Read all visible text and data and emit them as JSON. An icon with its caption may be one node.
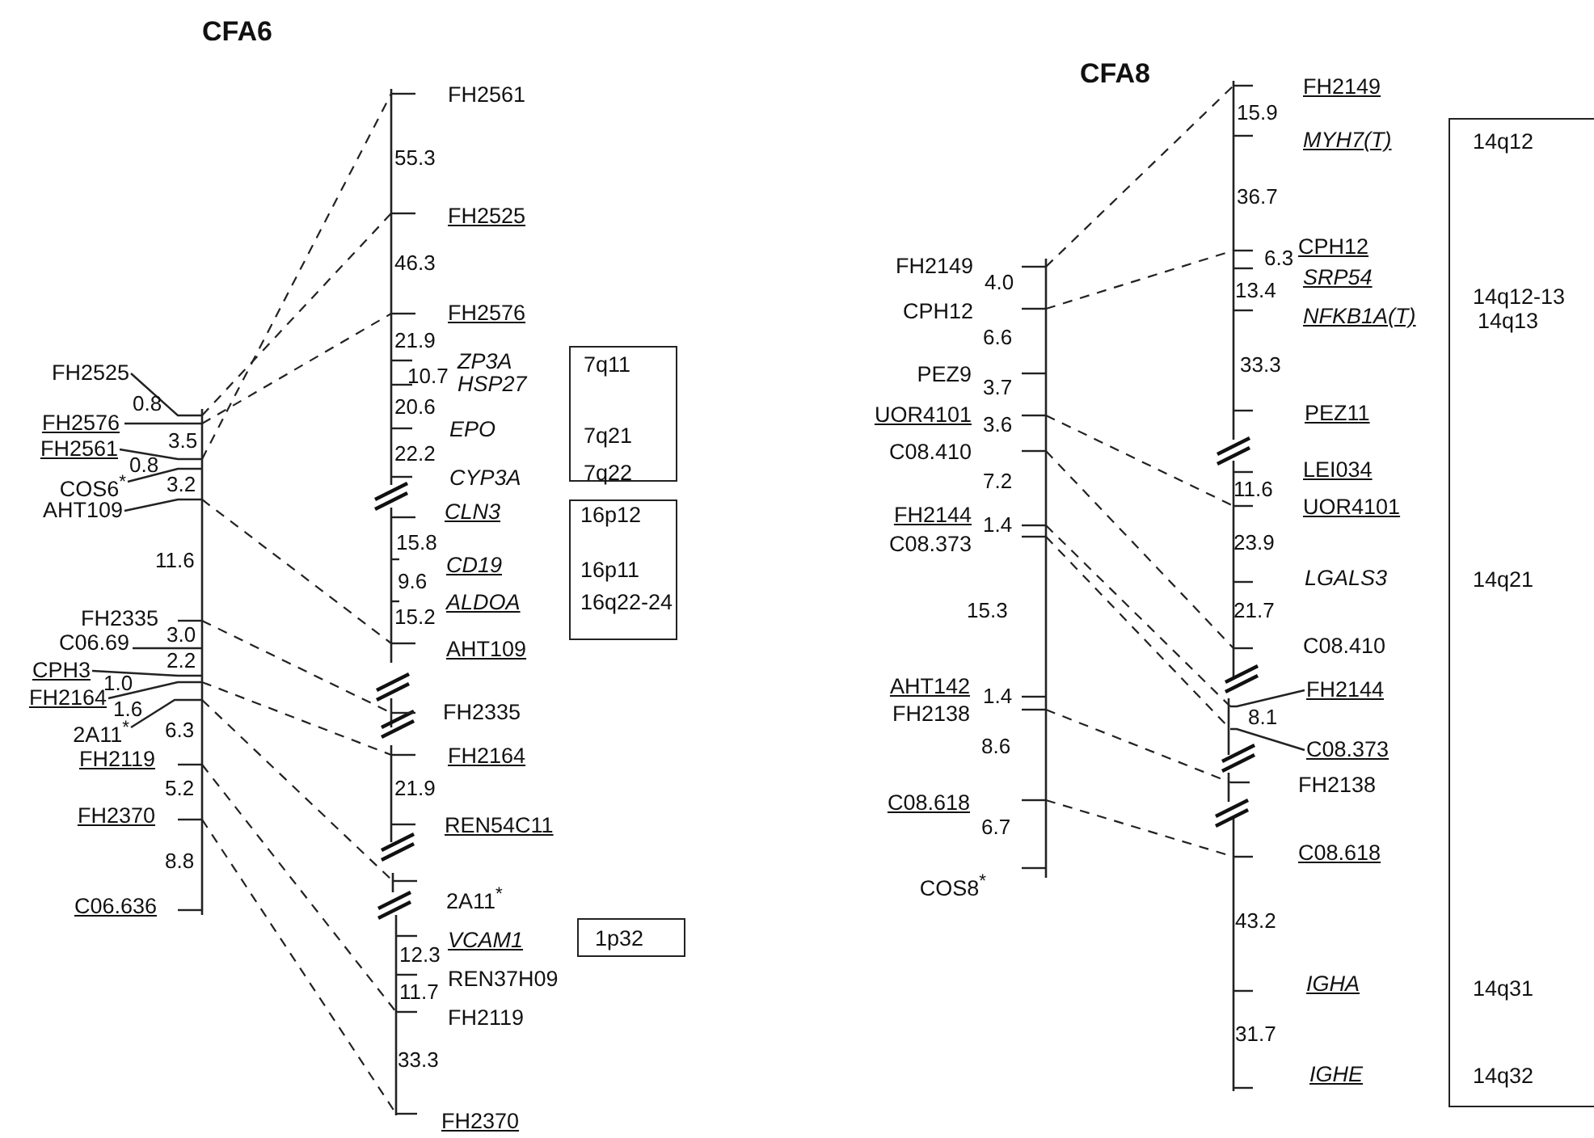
{
  "diagram": {
    "nodes": [
      {
        "text": [
          "FH2525"
        ]
      },
      {
        "text": [
          "FH2576"
        ]
      },
      {
        "text": [
          "FH2561"
        ]
      },
      {
        "text": [
          "COS6$^{*}$"
        ]
      },
      {
        "text": [
          "AHT109"
        ]
      },
      {
        "text": [
          "FH2335"
        ]
      },
      {
        "text": [
          "C06.69"
        ]
      },
      {
        "text": [
          "CPH3"
        ]
      },
      {
        "text": [
          "FH2164"
        ]
      },
      {
        "text": [
          "2A11$^{*}$"
        ]
      },
      {
        "text": [
          "FH2119"
        ]
      },
      {
        "text": [
          "FH2370"
        ]
      },
      {
        "text": [
          "C06.636"
        ]
      },
      {
        "text": [
          "FH2561"
        ]
      },
      {
        "text": [
          "FH2525"
        ]
      },
      {
        "text": [
          "FH2576"
        ]
      },
      {
        "text": [
          "ZP3A"
        ]
      },
      {
        "text": [
          "HSP27"
        ]
      },
      {
        "text": [
          "EPO"
        ]
      },
      {
        "text": [
          "CYP3A"
        ]
      },
      {
        "text": [
          "CLN3"
        ]
      },
      {
        "text": [
          "CD19"
        ]
      },
      {
        "text": [
          "ALDOA"
        ]
      },
      {
        "text": [
          "AHT109"
        ]
      },
      {
        "text": [
          "FH2335"
        ]
      },
      {
        "text": [
          "FH2164"
        ]
      },
      {
        "text": [
          "REN54C11"
        ]
      },
      {
        "text": [
          "2A11$^{*}$"
        ]
      },
      {
        "text": [
          "VCAM1"
        ]
      },
      {
        "text": [
          "REN37H09"
        ]
      },
      {
        "text": [
          "FH2119"
        ]
      },
      {
        "text": [
          "FH2370"
        ]
      },
      {
        "text": [
          "7q11",
          "7q21",
          "7q22"
        ]
      },
      {
        "text": [
          "16p12",
          "16p11",
          "16q22-24"
        ]
      },
      {
        "text": [
          "1p32"
        ]
      },
      {
        "text": [
          "FH2149"
        ]
      },
      {
        "text": [
          "CPH12"
        ]
      },
      {
        "text": [
          "PEZ9"
        ]
      },
      {
        "text": [
          "UOR4101"
        ]
      },
      {
        "text": [
          "C08.410"
        ]
      },
      {
        "text": [
          "FH2144"
        ]
      },
      {
        "text": [
          "C08.373"
        ]
      },
      {
        "text": [
          "AHT142"
        ]
      },
      {
        "text": [
          "FH2138"
        ]
      },
      {
        "text": [
          "C08.618"
        ]
      },
      {
        "text": [
          "COS8$^{*}$"
        ]
      },
      {
        "text": [
          "FH2149"
        ]
      },
      {
        "text": [
          "MYH7(T)"
        ]
      },
      {
        "text": [
          "CPH12"
        ]
      },
      {
        "text": [
          "SRP54"
        ]
      },
      {
        "text": [
          "NFKB1A(T)"
        ]
      },
      {
        "text": [
          "PEZ11"
        ]
      },
      {
        "text": [
          "LEI034"
        ]
      },
      {
        "text": [
          "UOR4101"
        ]
      },
      {
        "text": [
          "LGALS3"
        ]
      },
      {
        "text": [
          "C08.410"
        ]
      },
      {
        "text": [
          "FH2144"
        ]
      },
      {
        "text": [
          "C08.373"
        ]
      },
      {
        "text": [
          "FH2138"
        ]
      },
      {
        "text": [
          "C08.618"
        ]
      },
      {
        "text": [
          "IGHA"
        ]
      },
      {
        "text": [
          "IGHE"
        ]
      },
      {
        "text": [
          "14q12",
          "14q12-13",
          "14q13",
          "14q21",
          "14q31",
          "14q32"
        ]
      }
    ],
    "edges": [
      {
        "from": 0,
        "to": 14,
        "arrow": "none",
        "style": "dashed"
      },
      {
        "from": 1,
        "to": 15,
        "arrow": "none",
        "style": "dashed"
      },
      {
        "from": 2,
        "to": 13,
        "arrow": "none",
        "style": "dashed"
      },
      {
        "from": 4,
        "to": 23,
        "arrow": "none",
        "style": "dashed"
      },
      {
        "from": 5,
        "to": 24,
        "arrow": "none",
        "style": "dashed"
      },
      {
        "from": 8,
        "to": 25,
        "arrow": "none",
        "style": "dashed"
      },
      {
        "from": 9,
        "to": 27,
        "arrow": "none",
        "style": "dashed"
      },
      {
        "from": 10,
        "to": 30,
        "arrow": "none",
        "style": "dashed"
      },
      {
        "from": 11,
        "to": 31,
        "arrow": "none",
        "style": "dashed"
      },
      {
        "from": 35,
        "to": 46,
        "arrow": "none",
        "style": "dashed"
      },
      {
        "from": 36,
        "to": 48,
        "arrow": "none",
        "style": "dashed"
      },
      {
        "from": 38,
        "to": 53,
        "arrow": "none",
        "style": "dashed"
      },
      {
        "from": 39,
        "to": 55,
        "arrow": "none",
        "style": "dashed"
      },
      {
        "from": 40,
        "to": 56,
        "arrow": "none",
        "style": "dashed"
      },
      {
        "from": 41,
        "to": 57,
        "arrow": "none",
        "style": "dashed"
      },
      {
        "from": 43,
        "to": 58,
        "arrow": "none",
        "style": "dashed"
      },
      {
        "from": 44,
        "to": 59,
        "arrow": "none",
        "style": "dashed"
      }
    ],
    "labels": [
      "CFA6",
      "0.8",
      "3.5",
      "0.8",
      "3.2",
      "11.6",
      "3.0",
      "2.2",
      "1.0",
      "1.6",
      "6.3",
      "5.2",
      "8.8",
      "55.3",
      "46.3",
      "21.9",
      "10.7",
      "20.6",
      "22.2",
      "15.8",
      "9.6",
      "15.2",
      "21.9",
      "12.3",
      "11.7",
      "33.3",
      "CFA8",
      "4.0",
      "6.6",
      "3.7",
      "3.6",
      "7.2",
      "1.4",
      "15.3",
      "1.4",
      "8.6",
      "6.7",
      "15.9",
      "36.7",
      "6.3",
      "13.4",
      "33.3",
      "11.6",
      "23.9",
      "21.7",
      "8.1",
      "43.2",
      "31.7"
    ]
  }
}
